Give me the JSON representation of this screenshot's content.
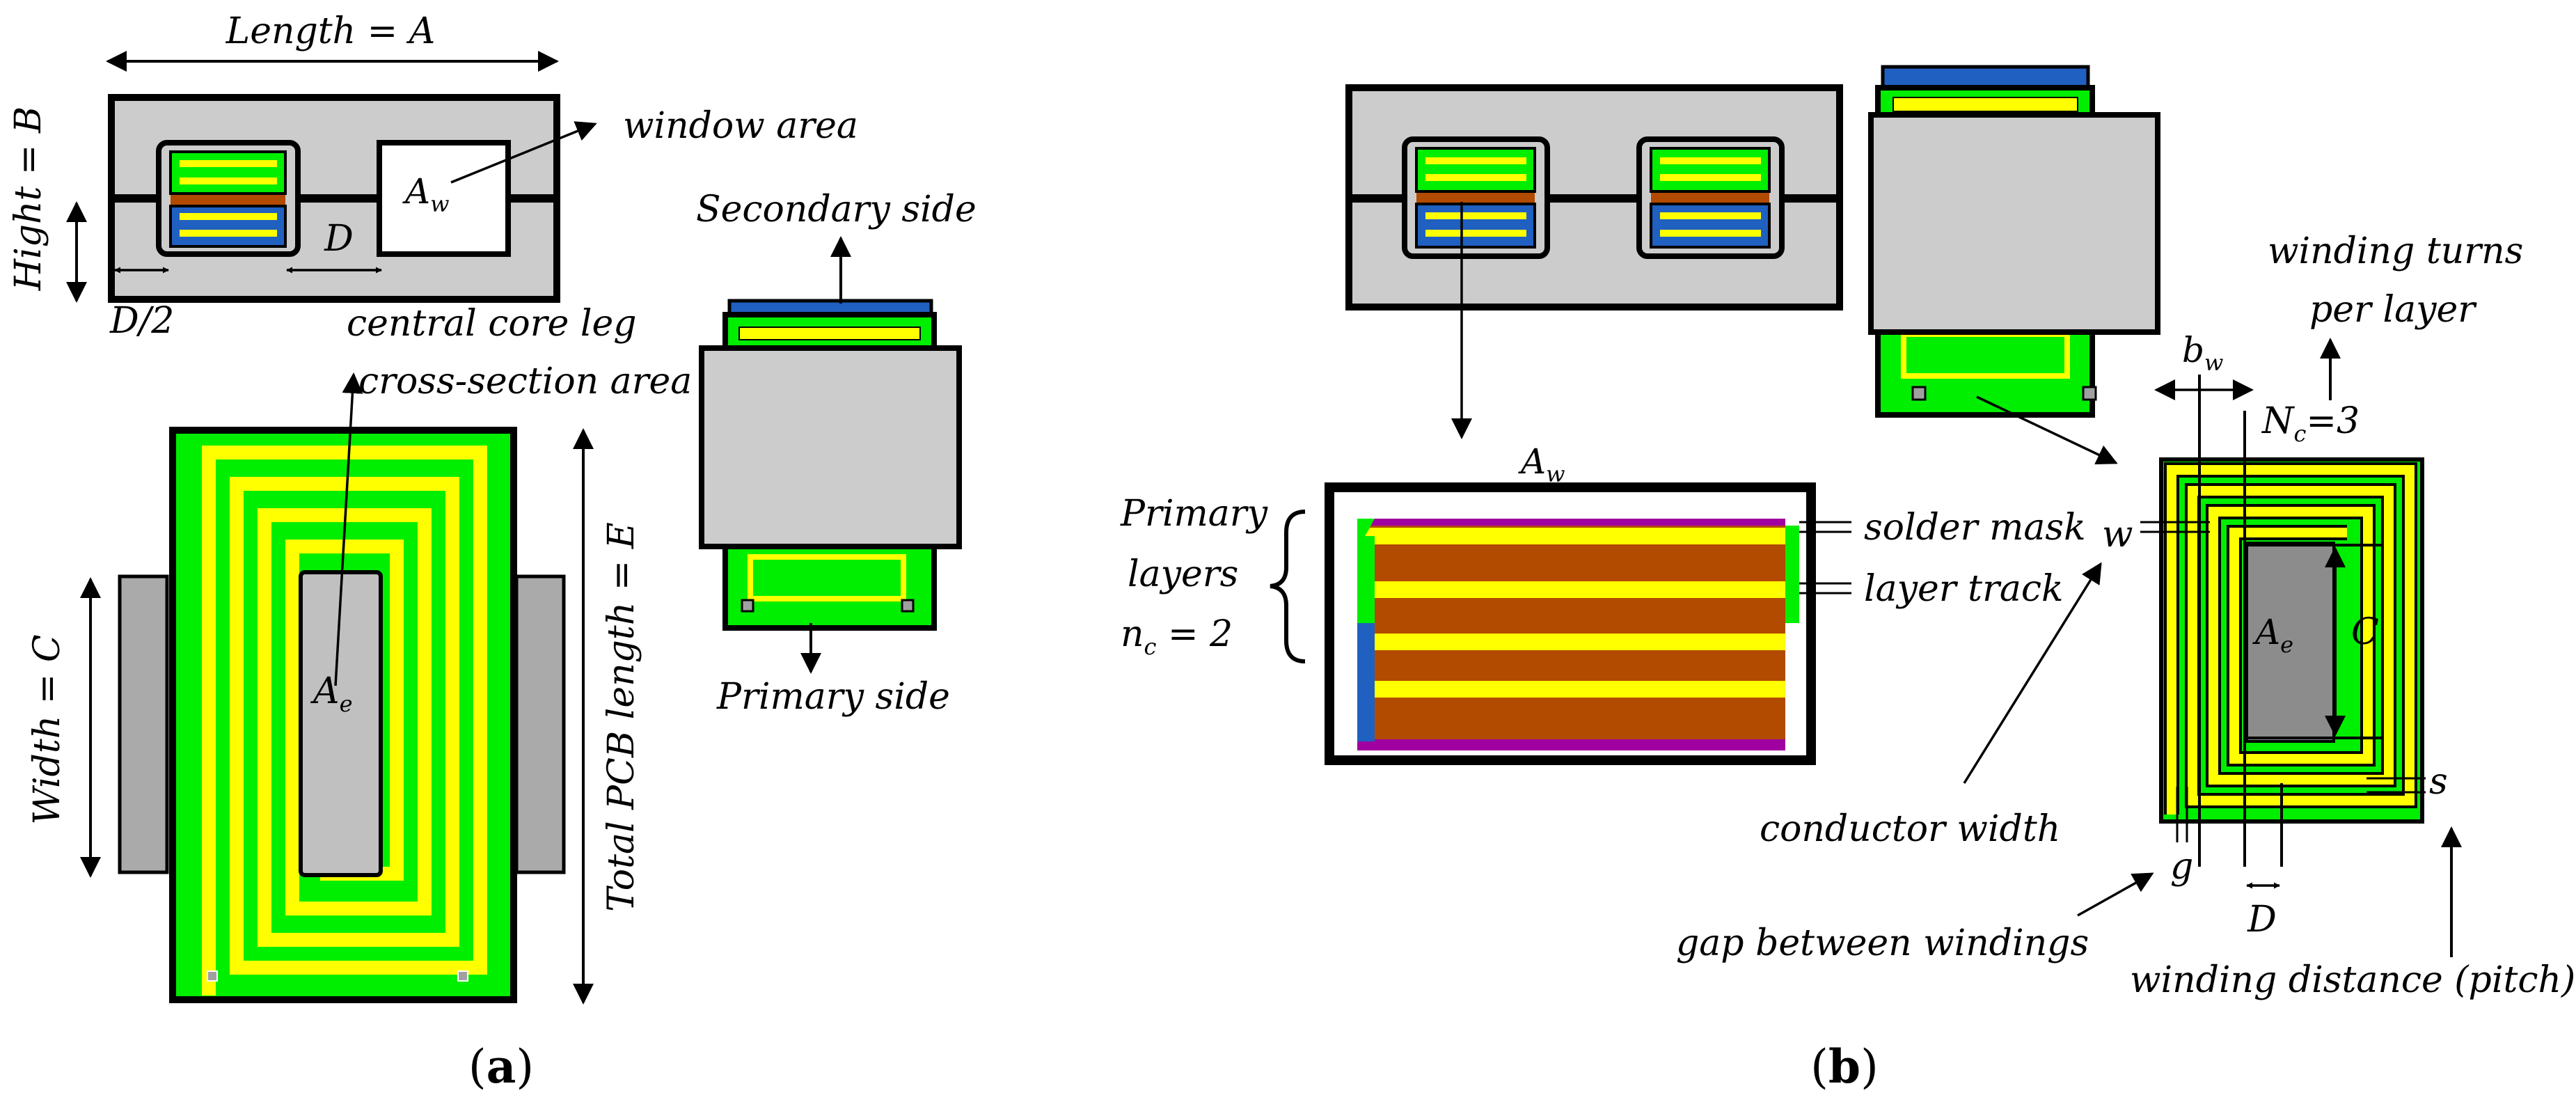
{
  "panel_a": {
    "caption_open": "(",
    "caption_letter": "a",
    "caption_close": ")",
    "length_label": "Length = A",
    "hight_label": "Hight = B",
    "window_area_label": "window area",
    "aw_main": "A",
    "aw_sub": "w",
    "d_label": "D",
    "d_half_label": "D/2",
    "core_leg_line1": "central core leg",
    "core_leg_line2": "cross-section area",
    "ae_main": "A",
    "ae_sub": "e",
    "width_label": "Width = C",
    "total_pcb_label": "Total PCB length = E",
    "secondary_label": "Secondary side",
    "primary_label": "Primary side"
  },
  "panel_b": {
    "caption_open": "(",
    "caption_letter": "b",
    "caption_close": ")",
    "aw_main": "A",
    "aw_sub": "w",
    "primary_line1": "Primary",
    "primary_line2": "layers",
    "nc_main": "n",
    "nc_sub": "c",
    "nc_rest": " = 2",
    "solder_mask_label": "solder mask",
    "layer_track_label": "layer track",
    "winding_turns_line1": "winding turns",
    "winding_turns_line2": "per layer",
    "bw_main": "b",
    "bw_sub": "w",
    "Nc_main": "N",
    "Nc_sub": "c",
    "Nc_rest": "=3",
    "w_label": "w",
    "ae_main": "A",
    "ae_sub": "e",
    "c_label": "C",
    "s_label": "s",
    "g_label": "g",
    "d_label": "D",
    "conductor_width_label": "conductor width",
    "gap_label": "gap between windings",
    "pitch_label": "winding distance (pitch)"
  },
  "colors": {
    "core_gray": "#cccccc",
    "pcb_green": "#00ee00",
    "track_yellow": "#ffff00",
    "copper_brown": "#b24a00",
    "mask_purple": "#a000a0",
    "layer_blue": "#2060c0",
    "ae_gray": "#8c8c8c"
  }
}
